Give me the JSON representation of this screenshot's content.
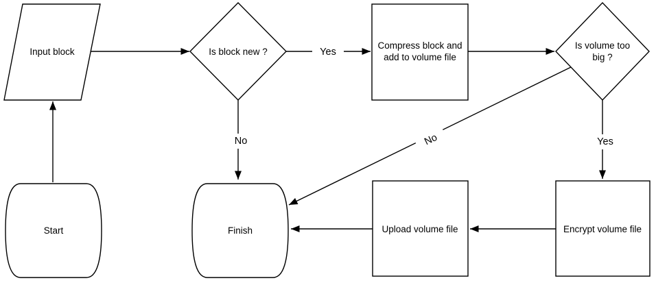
{
  "diagram": {
    "background_color": "#ffffff",
    "line_color": "#000000",
    "nodes": {
      "start": {
        "label": "Start",
        "type": "terminator"
      },
      "input_block": {
        "label": "Input block",
        "type": "input"
      },
      "is_block_new": {
        "label": "Is block new ?",
        "type": "decision"
      },
      "compress_block": {
        "label": "Compress block and add to volume file",
        "type": "process"
      },
      "is_volume_too_big": {
        "label": "Is volume too big ?",
        "type": "decision"
      },
      "finish": {
        "label": "Finish",
        "type": "terminator"
      },
      "upload_volume": {
        "label": "Upload volume file",
        "type": "process"
      },
      "encrypt_volume": {
        "label": "Encrypt volume file",
        "type": "process"
      }
    },
    "edge_labels": {
      "block_new_yes": "Yes",
      "block_new_no": "No",
      "volume_big_yes": "Yes",
      "volume_big_no": "No"
    }
  }
}
